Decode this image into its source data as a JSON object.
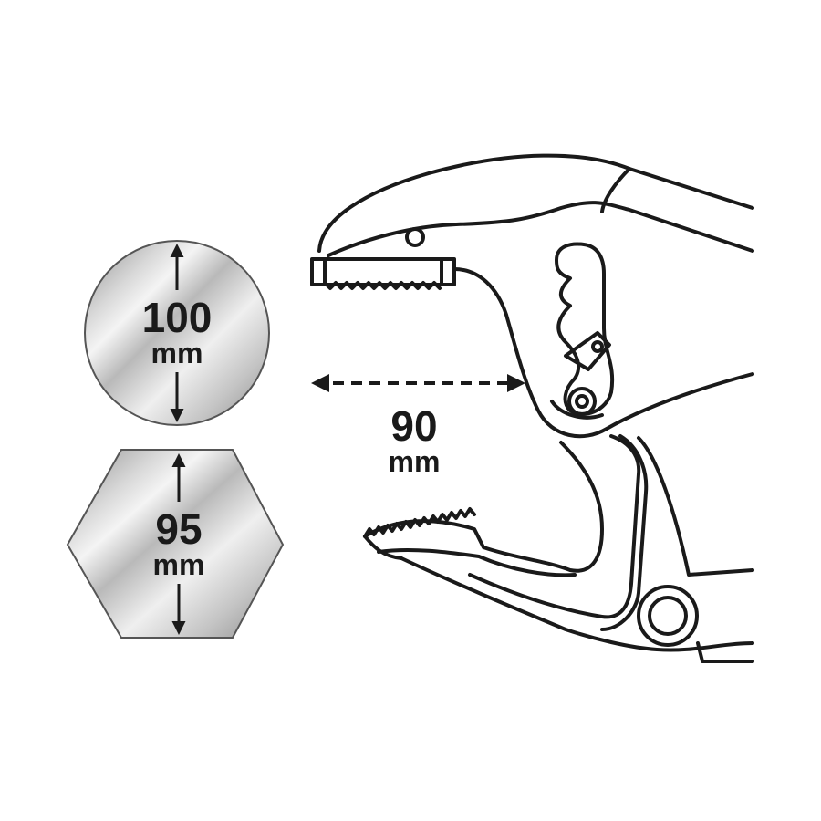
{
  "round_capacity": {
    "value": "100",
    "unit": "mm"
  },
  "hex_capacity": {
    "value": "95",
    "unit": "mm"
  },
  "jaw_opening": {
    "value": "90",
    "unit": "mm"
  },
  "colors": {
    "outline": "#1a1a1a",
    "metal_light": "#f2f2f2",
    "metal_dark": "#9a9a9a",
    "background": "#ffffff"
  }
}
